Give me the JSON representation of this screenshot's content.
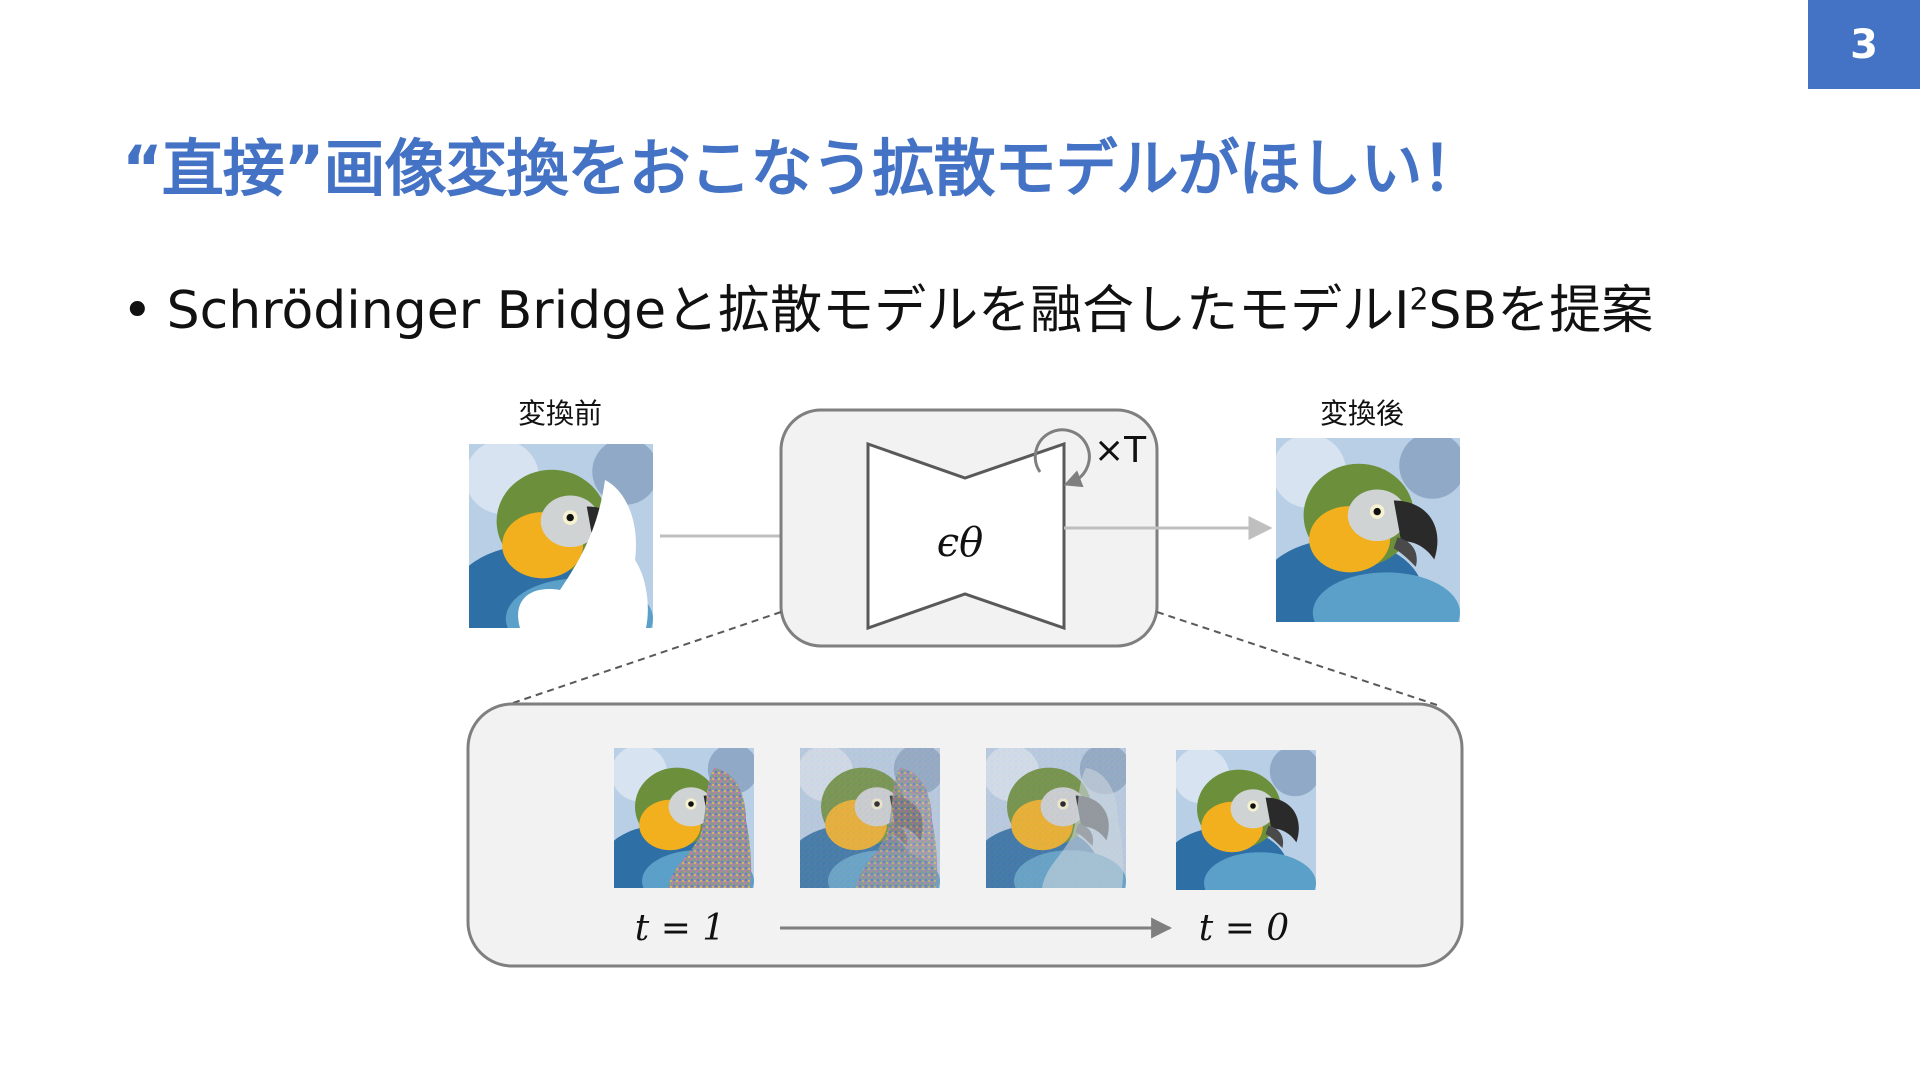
{
  "page_number": "3",
  "title": "“直接”画像変換をおこなう拡散モデルがほしい！",
  "bullet": {
    "text_before": "Schrödinger Bridgeと拡散モデルを融合したモデルI",
    "superscript": "2",
    "text_after": "SBを提案"
  },
  "diagram": {
    "before_label": "変換前",
    "after_label": "変換後",
    "network_label": "ϵθ",
    "loop_label": "×T",
    "t_start_label": "t = 1",
    "t_end_label": "t = 0"
  },
  "colors": {
    "accent": "#4472c4",
    "panel_fill": "#f2f2f2",
    "panel_stroke": "#7f7f7f",
    "arrow": "#bfbfbf"
  }
}
